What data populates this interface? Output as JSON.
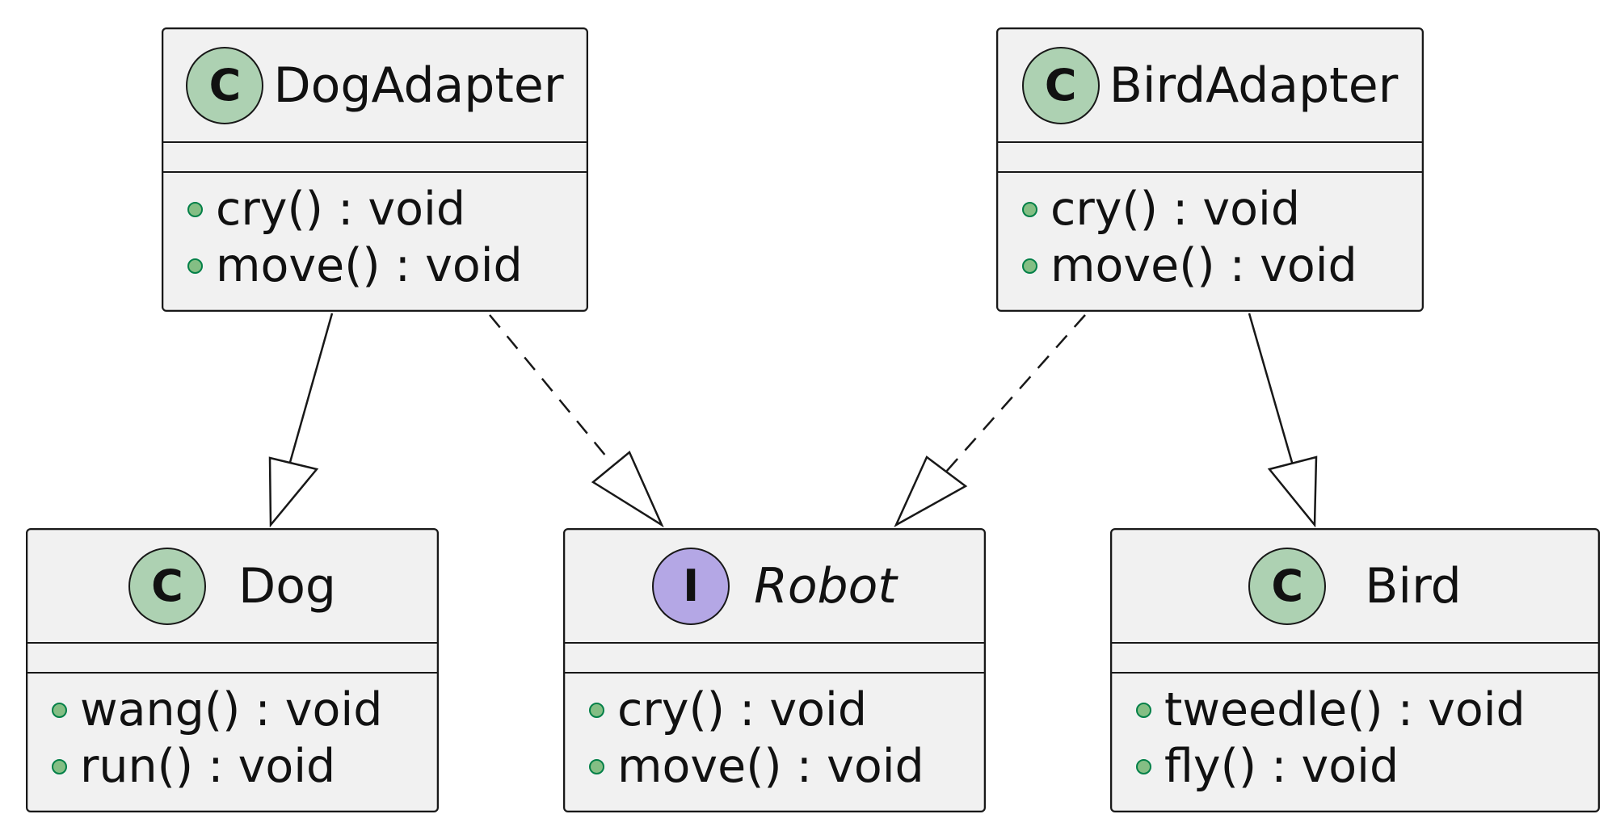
{
  "diagram": {
    "type": "uml-class-diagram",
    "classes": {
      "dog_adapter": {
        "stereotype_letter": "C",
        "name": "DogAdapter",
        "methods": [
          "cry() : void",
          "move() : void"
        ]
      },
      "bird_adapter": {
        "stereotype_letter": "C",
        "name": "BirdAdapter",
        "methods": [
          "cry() : void",
          "move() : void"
        ]
      },
      "dog": {
        "stereotype_letter": "C",
        "name": "Dog",
        "methods": [
          "wang() : void",
          "run() : void"
        ]
      },
      "robot": {
        "stereotype_letter": "I",
        "name": "Robot",
        "abstract": true,
        "methods": [
          "cry() : void",
          "move() : void"
        ]
      },
      "bird": {
        "stereotype_letter": "C",
        "name": "Bird",
        "methods": [
          "tweedle() : void",
          "fly() : void"
        ]
      }
    },
    "relations": [
      {
        "from": "DogAdapter",
        "to": "Dog",
        "kind": "extends",
        "line": "solid"
      },
      {
        "from": "DogAdapter",
        "to": "Robot",
        "kind": "implements",
        "line": "dashed"
      },
      {
        "from": "BirdAdapter",
        "to": "Robot",
        "kind": "implements",
        "line": "dashed"
      },
      {
        "from": "BirdAdapter",
        "to": "Bird",
        "kind": "extends",
        "line": "solid"
      }
    ],
    "colors": {
      "class_fill": "#f1f1f1",
      "class_spot": "#add1b2",
      "interface_spot": "#b4a7e5",
      "public_marker": "#84be84",
      "border": "#181818"
    }
  }
}
